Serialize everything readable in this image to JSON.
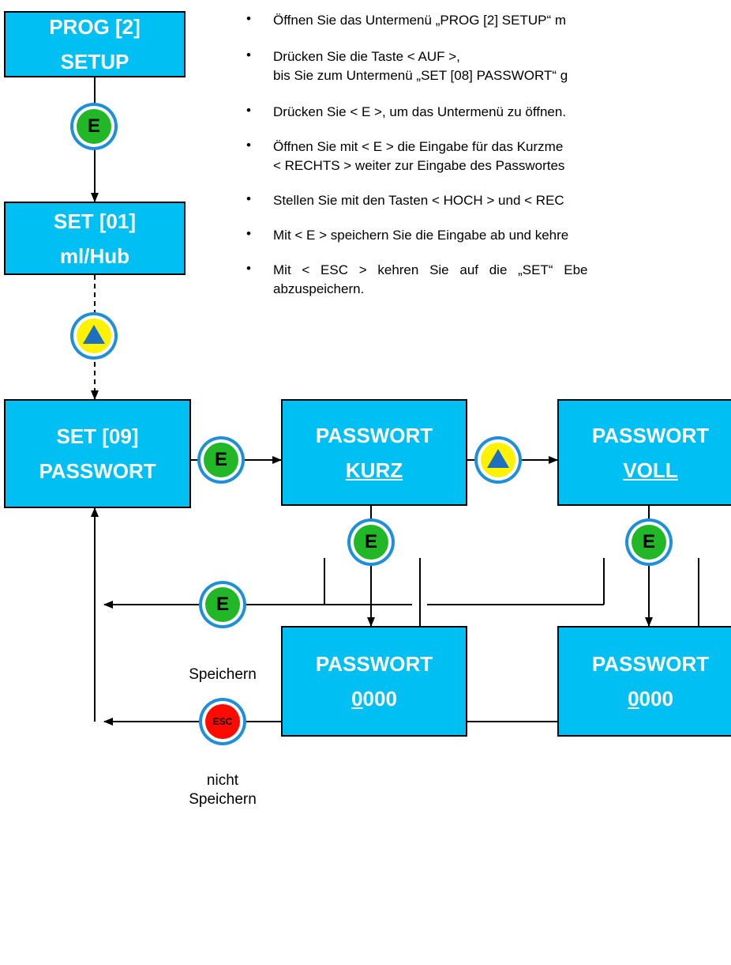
{
  "instructions": [
    {
      "lines": [
        "Öffnen Sie das Untermenü „PROG [2] SETUP“ m"
      ]
    },
    {
      "lines": [
        "Drücken Sie die Taste < AUF >,",
        "bis Sie zum Untermenü „SET [08] PASSWORT“ g"
      ]
    },
    {
      "lines": [
        "Drücken Sie < E >, um das Untermenü zu öffnen."
      ]
    },
    {
      "lines": [
        "Öffnen Sie mit < E > die Eingabe für das Kurzme",
        "< RECHTS > weiter zur Eingabe des Passwortes"
      ]
    },
    {
      "lines": [
        "Stellen Sie mit den Tasten < HOCH > und < REC"
      ]
    },
    {
      "lines": [
        "Mit < E > speichern Sie die Eingabe ab und kehre"
      ]
    },
    {
      "lines": [
        "Mit < ESC > kehren Sie auf die „SET“ Ebe",
        "abzuspeichern."
      ]
    }
  ],
  "boxes": {
    "prog": {
      "line1": "PROG [2]",
      "line2": "SETUP"
    },
    "set01": {
      "line1": "SET [01]",
      "line2": "ml/Hub"
    },
    "set09": {
      "line1": "SET [09]",
      "line2": "PASSWORT"
    },
    "kurz": {
      "line1": "PASSWORT",
      "line2": "KURZ"
    },
    "voll": {
      "line1": "PASSWORT",
      "line2": "VOLL"
    },
    "pw_kurz": {
      "line1": "PASSWORT",
      "digit_first": "0",
      "digit_rest": "000"
    },
    "pw_voll": {
      "line1": "PASSWORT",
      "digit_first": "0",
      "digit_rest": "000"
    }
  },
  "buttons": {
    "e_label": "E",
    "esc_label": "ESC"
  },
  "labels": {
    "speichern": "Speichern",
    "nicht_line1": "nicht",
    "nicht_line2": "Speichern"
  },
  "colors": {
    "box_fill": "#00bff3",
    "button_ring": "#1e8fd8",
    "e_green": "#22b727",
    "up_yellow": "#fff200",
    "esc_red": "#ff0a00"
  }
}
